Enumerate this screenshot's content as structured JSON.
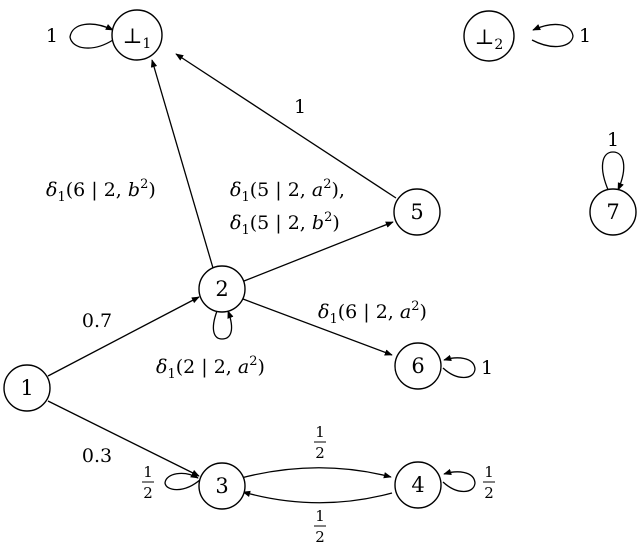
{
  "nodes": {
    "bot1": {
      "base": "⊥",
      "sub": "1"
    },
    "bot2": {
      "base": "⊥",
      "sub": "2"
    },
    "n1": "1",
    "n2": "2",
    "n3": "3",
    "n4": "4",
    "n5": "5",
    "n6": "6",
    "n7": "7"
  },
  "edges": {
    "bot1_self": "1",
    "bot2_self": "1",
    "n7_self": "1",
    "n6_self": "1",
    "n5_bot1": "1",
    "n1_n2": "0.7",
    "n1_n3": "0.3",
    "n3_self": {
      "num": "1",
      "den": "2"
    },
    "n4_self": {
      "num": "1",
      "den": "2"
    },
    "n3_n4": {
      "num": "1",
      "den": "2"
    },
    "n4_n3": {
      "num": "1",
      "den": "2"
    },
    "n2_bot1": {
      "delta": "δ",
      "dsub": "1",
      "open": "(6 | 2, ",
      "var": "b",
      "exp": "2",
      "close": ")"
    },
    "n2_n5": [
      {
        "delta": "δ",
        "dsub": "1",
        "open": "(5 | 2, ",
        "var": "a",
        "exp": "2",
        "close": "),"
      },
      {
        "delta": "δ",
        "dsub": "1",
        "open": "(5 | 2, ",
        "var": "b",
        "exp": "2",
        "close": ")"
      }
    ],
    "n2_n6": {
      "delta": "δ",
      "dsub": "1",
      "open": "(6 | 2, ",
      "var": "a",
      "exp": "2",
      "close": ")"
    },
    "n2_self": {
      "delta": "δ",
      "dsub": "1",
      "open": "(2 | 2, ",
      "var": "a",
      "exp": "2",
      "close": ")"
    }
  }
}
